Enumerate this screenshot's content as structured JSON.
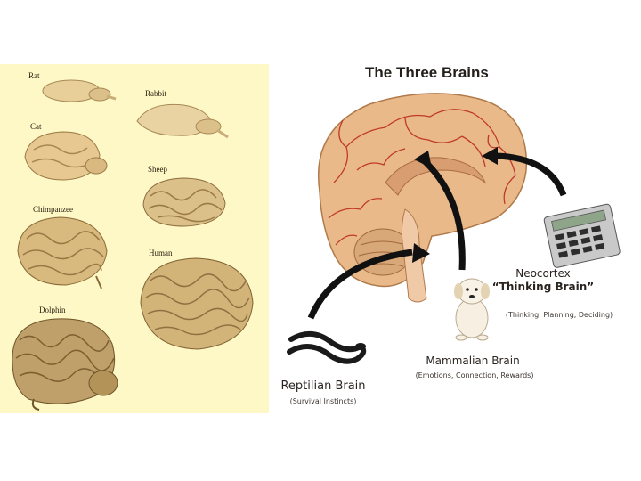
{
  "left_panel": {
    "animals": [
      {
        "id": "rat",
        "label": "Rat"
      },
      {
        "id": "rabbit",
        "label": "Rabbit"
      },
      {
        "id": "cat",
        "label": "Cat"
      },
      {
        "id": "sheep",
        "label": "Sheep"
      },
      {
        "id": "chimpanzee",
        "label": "Chimpanzee"
      },
      {
        "id": "human",
        "label": "Human"
      },
      {
        "id": "dolphin",
        "label": "Dolphin"
      }
    ],
    "background_color": "#fdf8c6"
  },
  "right_panel": {
    "title": "The Three Brains",
    "neocortex": {
      "name": "Neocortex",
      "subtitle": "“Thinking Brain”",
      "detail": "(Thinking, Planning, Deciding)",
      "icon": "calculator-icon"
    },
    "mammalian": {
      "name": "Mammalian Brain",
      "detail": "(Emotions, Connection, Rewards)",
      "icon": "puppy-icon"
    },
    "reptilian": {
      "name": "Reptilian Brain",
      "detail": "(Survival Instincts)",
      "icon": "snake-icon"
    },
    "colors": {
      "brain": "#e9b98a",
      "vessels": "#c0392b",
      "arrows": "#111111"
    }
  }
}
